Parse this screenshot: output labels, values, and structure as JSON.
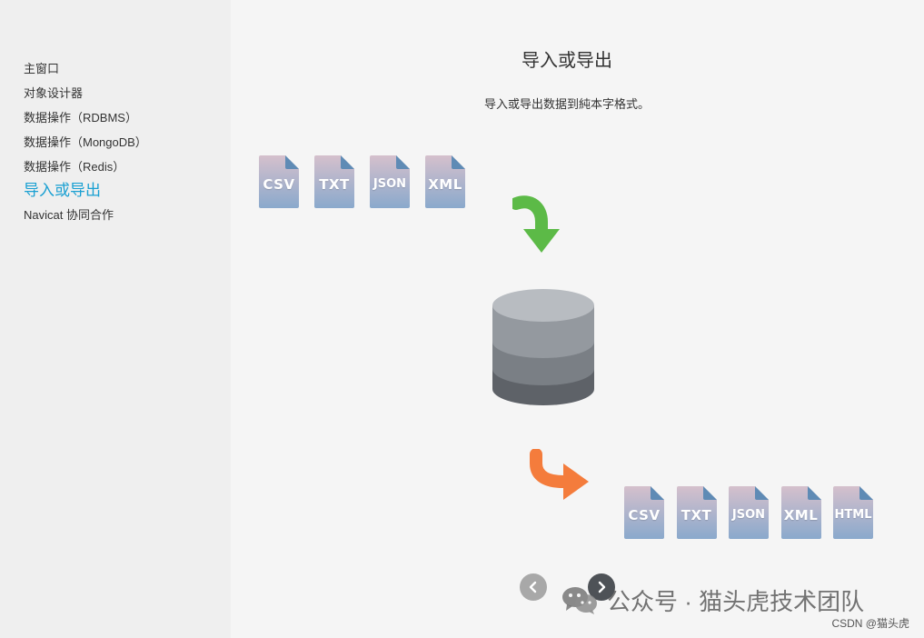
{
  "sidebar": {
    "items": [
      {
        "label": "主窗口"
      },
      {
        "label": "对象设计器"
      },
      {
        "label": "数据操作（RDBMS）"
      },
      {
        "label": "数据操作（MongoDB）"
      },
      {
        "label": "数据操作（Redis）"
      },
      {
        "label": "导入或导出",
        "active": true
      },
      {
        "label": "Navicat 协同合作"
      }
    ]
  },
  "main": {
    "title": "导入或导出",
    "description": "导入或导出数据到純本字格式。"
  },
  "import_formats": [
    "CSV",
    "TXT",
    "JSON",
    "XML"
  ],
  "export_formats": [
    "CSV",
    "TXT",
    "JSON",
    "XML",
    "HTML"
  ],
  "icons": {
    "import_arrow": "green-curved-arrow-icon",
    "export_arrow": "orange-curved-arrow-icon",
    "database": "database-icon"
  },
  "colors": {
    "accent": "#1aa0d2",
    "import_arrow": "#5cba47",
    "export_arrow": "#f47c3c"
  },
  "watermark": {
    "text": "公众号 · 猫头虎技术团队"
  },
  "csdn_credit": "CSDN @猫头虎"
}
